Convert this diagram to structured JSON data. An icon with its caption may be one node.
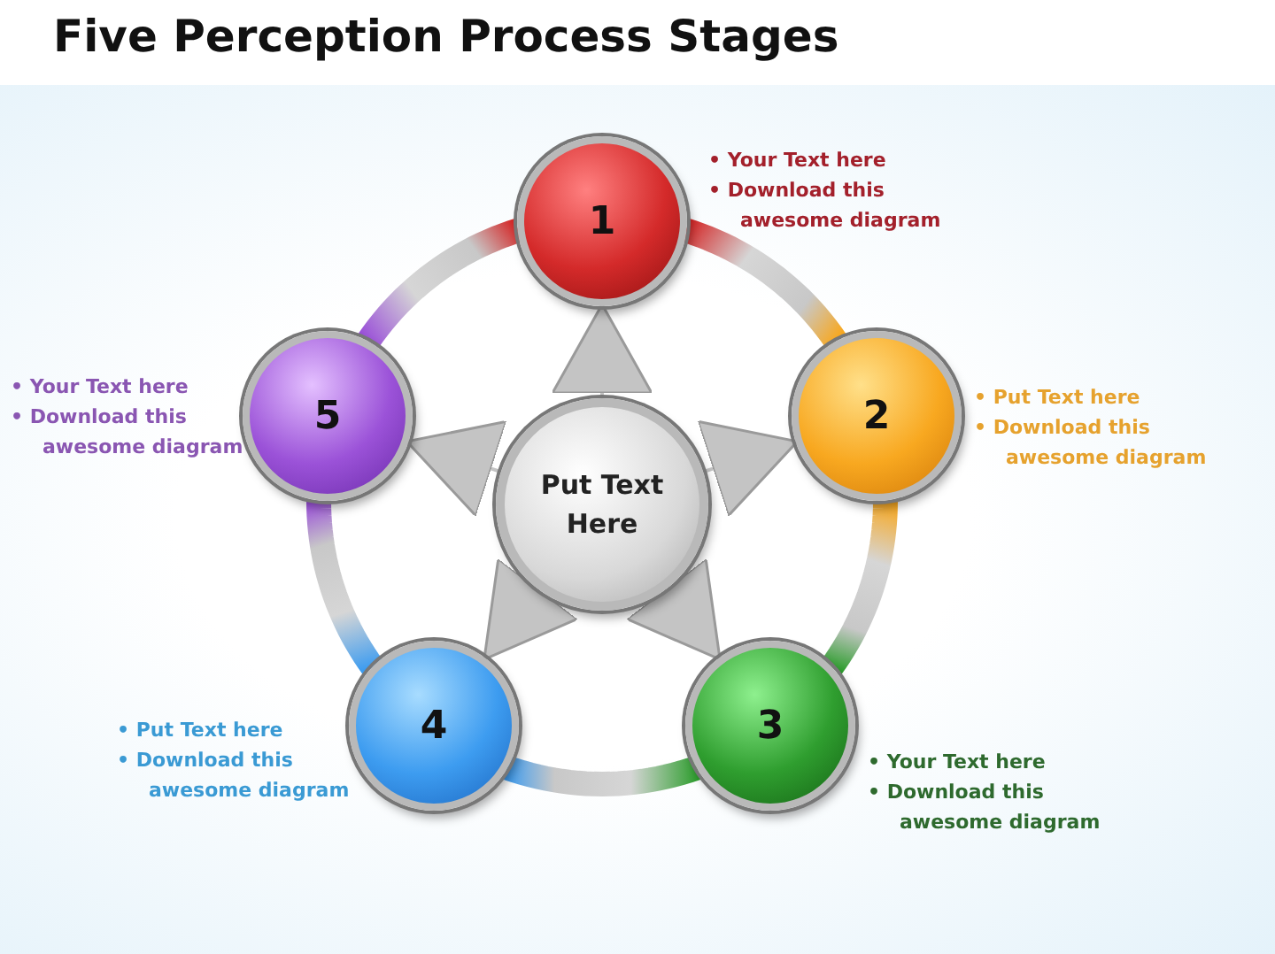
{
  "diagram": {
    "title": "Five Perception Process Stages",
    "nodes": [
      {
        "text": [
          "Put Text Here"
        ]
      },
      {
        "text": [
          "1"
        ],
        "beside": [
          "• Your Text here",
          "• Download this awesome diagram"
        ]
      },
      {
        "text": [
          "2"
        ],
        "beside": [
          "• Put Text here",
          "• Download this awesome diagram"
        ]
      },
      {
        "text": [
          "3"
        ],
        "beside": [
          "• Your Text here",
          "• Download this awesome diagram"
        ]
      },
      {
        "text": [
          "4"
        ],
        "beside": [
          "• Put Text here",
          "• Download this awesome diagram"
        ]
      },
      {
        "text": [
          "5"
        ],
        "beside": [
          "• Your Text here",
          "• Download this awesome diagram"
        ]
      }
    ],
    "edges": [
      {
        "from": 1,
        "to": 2,
        "arrow": "none"
      },
      {
        "from": 2,
        "to": 3,
        "arrow": "none"
      },
      {
        "from": 3,
        "to": 4,
        "arrow": "none"
      },
      {
        "from": 4,
        "to": 5,
        "arrow": "none"
      },
      {
        "from": 5,
        "to": 1,
        "arrow": "none"
      },
      {
        "from": 0,
        "to": 1,
        "arrow": "to"
      },
      {
        "from": 0,
        "to": 2,
        "arrow": "to"
      },
      {
        "from": 0,
        "to": 3,
        "arrow": "to"
      },
      {
        "from": 0,
        "to": 4,
        "arrow": "to"
      },
      {
        "from": 0,
        "to": 5,
        "arrow": "to"
      }
    ]
  }
}
